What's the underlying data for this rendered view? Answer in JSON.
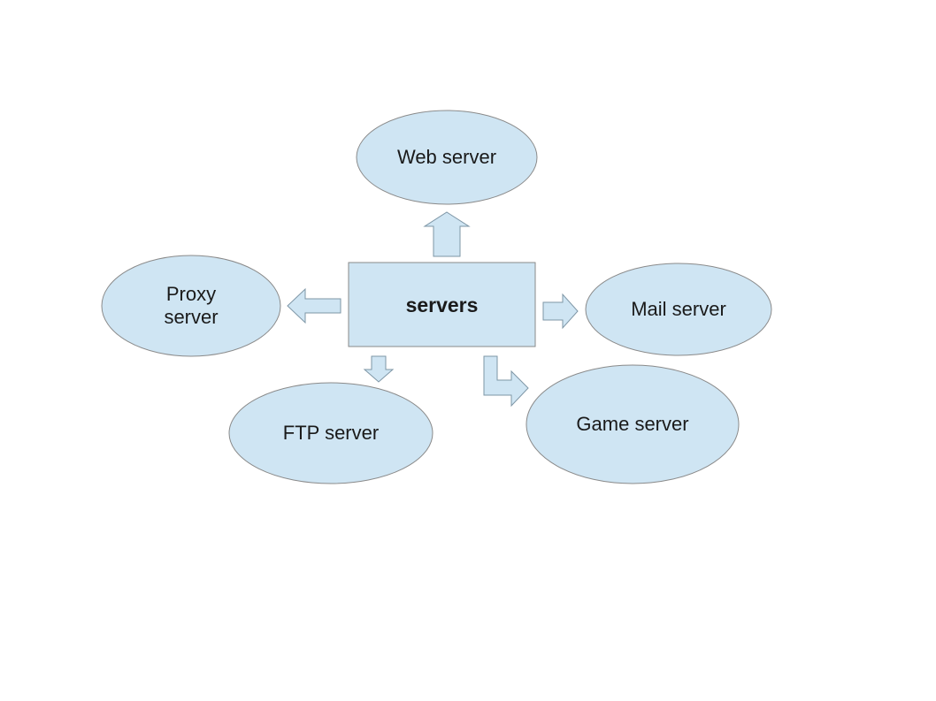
{
  "diagram": {
    "center": {
      "label": "servers"
    },
    "nodes": [
      {
        "id": "web",
        "label": "Web server"
      },
      {
        "id": "proxy",
        "label": "Proxy\nserver"
      },
      {
        "id": "mail",
        "label": "Mail server"
      },
      {
        "id": "ftp",
        "label": "FTP server"
      },
      {
        "id": "game",
        "label": "Game server"
      }
    ]
  },
  "colors": {
    "fill": "#cfe5f3",
    "outline": "#8a8a8a",
    "arrow_outline": "#7e96a6",
    "text": "#1a1a1a"
  }
}
